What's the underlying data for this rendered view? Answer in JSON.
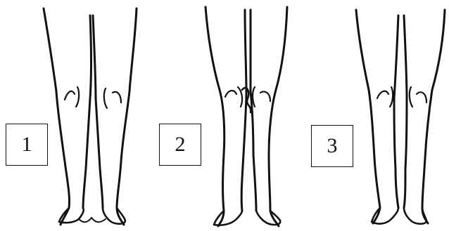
{
  "figure": {
    "panels": [
      {
        "label": "1"
      },
      {
        "label": "2"
      },
      {
        "label": "3"
      }
    ]
  }
}
